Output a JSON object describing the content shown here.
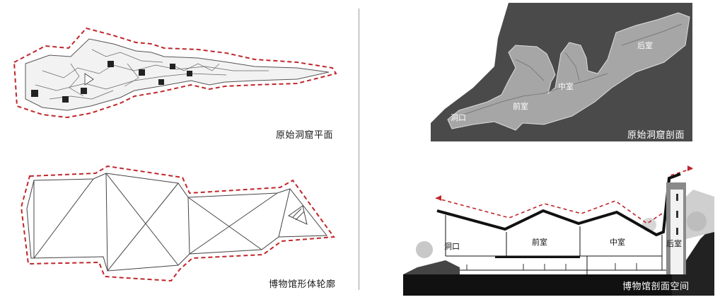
{
  "captions": {
    "cave_plan": "原始洞窟平面",
    "museum_outline": "博物馆形体轮廓",
    "cave_section": "原始洞窟剖面",
    "museum_section": "博物馆剖面空间"
  },
  "cave_section_labels": {
    "entrance": "洞口",
    "front": "前室",
    "middle": "中室",
    "rear": "后室"
  },
  "museum_section_labels": {
    "entrance": "洞口",
    "front": "前室",
    "middle": "中室",
    "rear": "后室"
  },
  "colors": {
    "dashed_outline": "#c0262b",
    "dark_background": "#4a4a4a",
    "line": "#333333"
  }
}
